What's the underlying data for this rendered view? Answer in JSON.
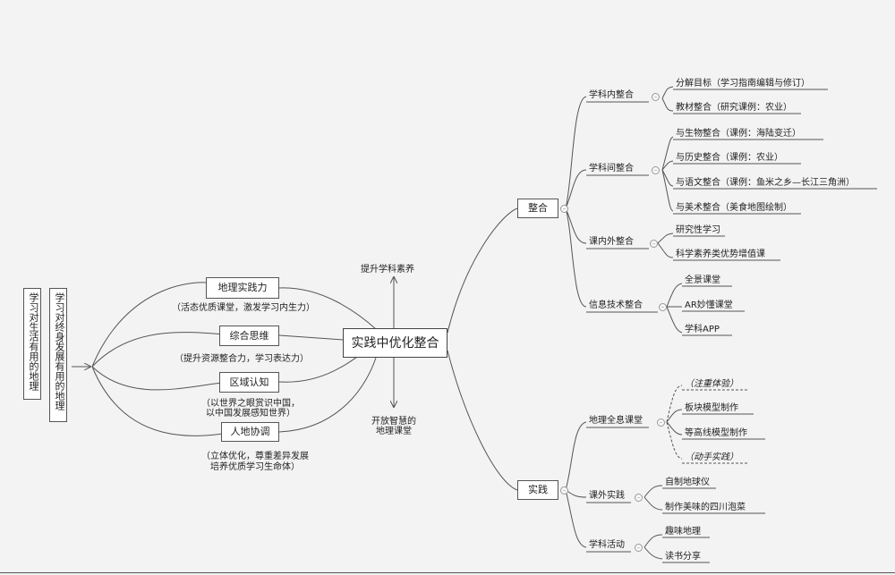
{
  "left_boxes": {
    "box1": "学习对生活有用的地理",
    "box2": "学习对终身发展有用的地理"
  },
  "skills": [
    {
      "label": "地理实践力",
      "note": "（活态优质课堂，激发学习内生力）"
    },
    {
      "label": "综合思维",
      "note": "（提升资源整合力，学习表达力）"
    },
    {
      "label": "区域认知",
      "note": "（以世界之眼赏识中国，\n以中国发展感知世界）"
    },
    {
      "label": "人地协调",
      "note": "（立体优化，尊重差异发展\n培养优质学习生命体）"
    }
  ],
  "center": {
    "title": "实践中优化整合",
    "up_label": "提升学科素养",
    "down_label": "开放智慧的\n地理课堂"
  },
  "integration": {
    "label": "整合",
    "groups": [
      {
        "label": "学科内整合",
        "items": [
          "分解目标（学习指南编辑与修订）",
          "教材整合（研究课例：农业）"
        ]
      },
      {
        "label": "学科间整合",
        "items": [
          "与生物整合（课例：海陆变迁）",
          "与历史整合（课例：农业）",
          "与语文整合（课例：鱼米之乡—长江三角洲）",
          "与美术整合（美食地图绘制）"
        ]
      },
      {
        "label": "课内外整合",
        "items": [
          "研究性学习",
          "科学素养类优势增值课"
        ]
      },
      {
        "label": "信息技术整合",
        "items": [
          "全景课堂",
          "AR妙懂课堂",
          "学科APP"
        ]
      }
    ]
  },
  "practice": {
    "label": "实践",
    "groups": [
      {
        "label": "地理全息课堂",
        "items": [
          "（注重体验）",
          "板块模型制作",
          "等高线模型制作",
          "（动手实践）"
        ]
      },
      {
        "label": "课外实践",
        "items": [
          "自制地球仪",
          "制作美味的四川泡菜"
        ]
      },
      {
        "label": "学科活动",
        "items": [
          "趣味地理",
          "读书分享"
        ]
      }
    ]
  },
  "icons": {
    "arrow": "right-arrow-icon",
    "toggle": "collapse-toggle-icon"
  }
}
